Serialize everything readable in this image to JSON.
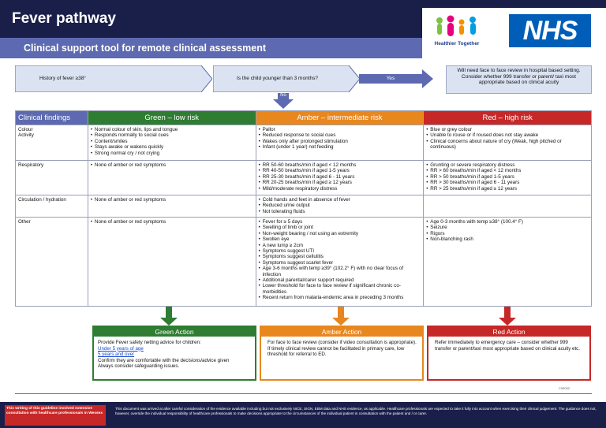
{
  "header": {
    "title": "Fever pathway",
    "subtitle": "Clinical support tool for remote clinical assessment"
  },
  "logos": {
    "healthier_together": "Healthier Together",
    "nhs": "NHS"
  },
  "flow": {
    "box1": "History of fever ≥38°",
    "box2": "Is the child younger than 3 months?",
    "box3": "Will need face to face review in hospital based setting. Consider whether 999 transfer or parent/ taxi most appropriate based on clinical acuity",
    "yes": "Yes",
    "no": "No"
  },
  "table": {
    "headers": {
      "findings": "Clinical findings",
      "green": "Green – low risk",
      "amber": "Amber – intermediate risk",
      "red": "Red – high risk"
    },
    "rows": [
      {
        "finding": "Colour\nActivity",
        "green": [
          "Normal colour of skin, lips and tongue",
          "Responds normally to social cues",
          "Content/smiles",
          "Stays awake or wakens quickly",
          "Strong normal cry / not crying"
        ],
        "amber": [
          "Pallor",
          "Reduced response to social cues",
          "Wakes only after prolonged stimulation",
          "Infant (under 1 year) not feeding"
        ],
        "red": [
          "Blue or grey colour",
          "Unable to rouse or if roused does not stay awake",
          "Clinical concerns about nature of cry (Weak, high pitched or continuous)"
        ]
      },
      {
        "finding": "Respiratory",
        "green": [
          "None of amber or red symptoms"
        ],
        "amber": [
          "RR 50-60 breaths/min if aged < 12 months",
          "RR 40-50 breaths/min if aged 1-5 years",
          "RR 25-30 breaths/min if aged 6 - 11 years",
          "RR 20-25 breaths/min if aged ≥ 12 years",
          "Mild/moderate respiratory distress"
        ],
        "red": [
          "Grunting or severe respiratory distress",
          "RR > 60 breaths/min if aged < 12 months",
          "RR > 50 breaths/min if aged 1-5 years",
          "RR > 30 breaths/min if aged 6 - 11 years",
          "RR > 25 breaths/min if aged ≥ 12 years"
        ]
      },
      {
        "finding": "Circulation / hydration",
        "green": [
          "None of amber or red symptoms"
        ],
        "amber": [
          "Cold hands and feet in absence of fever",
          "Reduced urine output",
          "Not tolerating fluids"
        ],
        "red": []
      },
      {
        "finding": "Other",
        "green": [
          "None of amber or red symptoms"
        ],
        "amber": [
          "Fever for ≥ 5 days",
          "Swelling of limb or joint",
          "Non-weight bearing / not using an extremity",
          "Swollen eye",
          "A new lump ≥ 2cm",
          "Symptoms suggest UTI",
          "Symptoms suggest cellulitis",
          "Symptoms suggest scarlet fever",
          "Age 3-6 months with temp ≥39° (102.2° F) with no clear focus of infection",
          "Additional parental/carer support required",
          "Lower threshold for face to face review if significant chronic co-morbidities",
          "Recent return from malaria-endemic area in preceding 3 months"
        ],
        "red": [
          "Age 0-3 months with temp ≥38° (100.4° F)",
          "Seizure",
          "Rigors",
          "Non-blanching rash"
        ]
      }
    ]
  },
  "actions": {
    "green": {
      "title": "Green Action",
      "line1": "Provide Fever safety netting advice for children:",
      "link1": "Under 5 years of age",
      "link2": "5 years and over",
      "line2": "Confirm they are comfortable with the decisions/advice given",
      "line3": "Always consider safeguarding issues."
    },
    "amber": {
      "title": "Amber Action",
      "line1": "For face to face review (consider if video consultation is appropriate).",
      "line2": "If timely clinical review cannot be facilitated in primary care, low threshold for referral to ED."
    },
    "red": {
      "title": "Red Action",
      "line1": "Refer immediately to emergency care – consider whether 999 transfer or parent/taxi most appropriate based on clinical acuity etc."
    }
  },
  "footer": {
    "left": "This writing of this guideline involved extensive consultation with healthcare professionals in Wessex",
    "right": "This document was arrived at after careful consideration of the evidence available including but not exclusively NICE, SIGN, EBM data and NHS evidence, as applicable. Healthcare professionals are expected to take it fully into account when exercising their clinical judgement. The guidance does not, however, override the individual responsibility of healthcare professionals to make decisions appropriate to the circumstances of the individual patient in consultation with the patient and / or carer.",
    "code": "C09002"
  },
  "colors": {
    "navy": "#1a1f4a",
    "blue": "#5d6ab1",
    "green": "#2e7d32",
    "amber": "#e8871e",
    "red": "#c62828",
    "nhs_blue": "#005eb8"
  }
}
